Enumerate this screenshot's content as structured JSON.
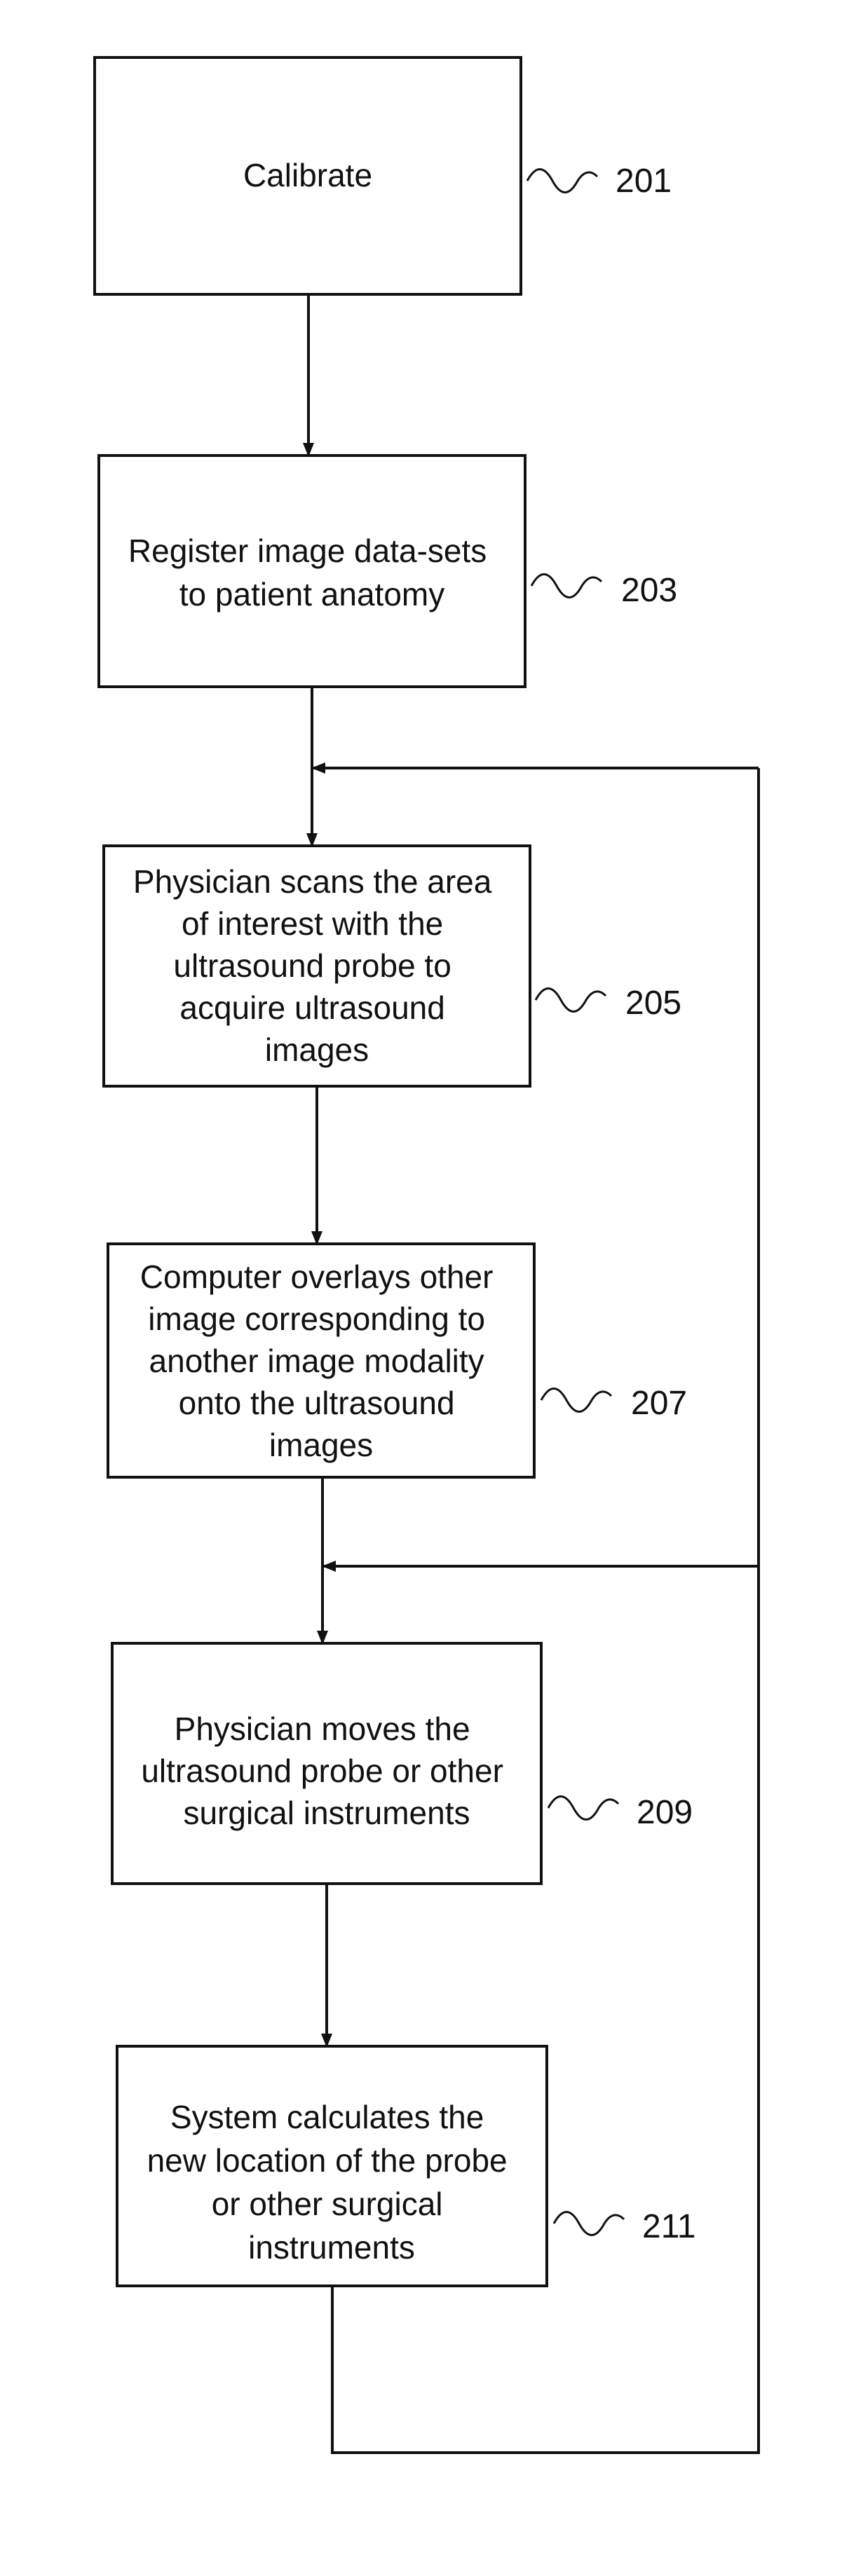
{
  "steps": [
    {
      "id": "201",
      "lines": [
        "Calibrate"
      ]
    },
    {
      "id": "203",
      "lines": [
        "Register image data-sets",
        "to patient anatomy"
      ]
    },
    {
      "id": "205",
      "lines": [
        "Physician scans the area",
        "of interest with the",
        "ultrasound probe to",
        "acquire ultrasound",
        "images"
      ]
    },
    {
      "id": "207",
      "lines": [
        "Computer overlays other",
        "image corresponding to",
        "another image modality",
        "onto the ultrasound",
        "images"
      ]
    },
    {
      "id": "209",
      "lines": [
        "Physician moves the",
        "ultrasound probe or other",
        "surgical instruments"
      ]
    },
    {
      "id": "211",
      "lines": [
        "System calculates the",
        "new location of the probe",
        "or other surgical",
        "instruments"
      ]
    }
  ],
  "colors": {
    "stroke": "#111111",
    "background": "#ffffff"
  }
}
